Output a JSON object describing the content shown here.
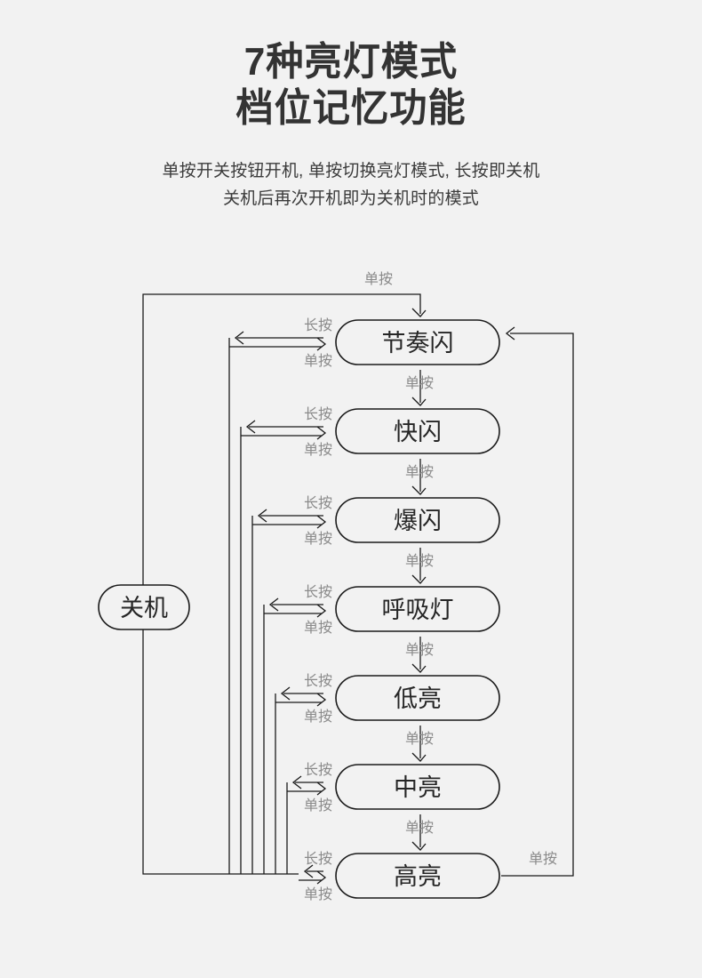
{
  "header": {
    "title_lines": [
      "7种亮灯模式",
      "档位记忆功能"
    ],
    "subtitle_lines": [
      "单按开关按钮开机, 单按切换亮灯模式, 长按即关机",
      "关机后再次开机即为关机时的模式"
    ],
    "title_color": "#333333",
    "subtitle_color": "#3b3b3b"
  },
  "diagram": {
    "type": "state-flow",
    "background_color": "#f2f2f2",
    "node_stroke_color": "#1a1a1a",
    "node_fill_color": "#f2f2f2",
    "edge_color": "#1a1a1a",
    "edge_label_color": "#8a8a8a",
    "off_node": {
      "label": "关机"
    },
    "mode_nodes": [
      {
        "label": "节奏闪"
      },
      {
        "label": "快闪"
      },
      {
        "label": "爆闪"
      },
      {
        "label": "呼吸灯"
      },
      {
        "label": "低亮"
      },
      {
        "label": "中亮"
      },
      {
        "label": "高亮"
      }
    ],
    "edge_labels": {
      "power_on": "单按",
      "long_press": "长按",
      "short_press": "单按",
      "next_mode": "单按",
      "wrap_around": "单按"
    },
    "transitions": [
      {
        "from": "关机",
        "to": "节奏闪",
        "label": "单按"
      },
      {
        "from": "节奏闪",
        "to": "快闪",
        "label": "单按"
      },
      {
        "from": "快闪",
        "to": "爆闪",
        "label": "单按"
      },
      {
        "from": "爆闪",
        "to": "呼吸灯",
        "label": "单按"
      },
      {
        "from": "呼吸灯",
        "to": "低亮",
        "label": "单按"
      },
      {
        "from": "低亮",
        "to": "中亮",
        "label": "单按"
      },
      {
        "from": "中亮",
        "to": "高亮",
        "label": "单按"
      },
      {
        "from": "高亮",
        "to": "节奏闪",
        "label": "单按"
      },
      {
        "from": "节奏闪",
        "to": "关机",
        "label": "长按"
      },
      {
        "from": "快闪",
        "to": "关机",
        "label": "长按"
      },
      {
        "from": "爆闪",
        "to": "关机",
        "label": "长按"
      },
      {
        "from": "呼吸灯",
        "to": "关机",
        "label": "长按"
      },
      {
        "from": "低亮",
        "to": "关机",
        "label": "长按"
      },
      {
        "from": "中亮",
        "to": "关机",
        "label": "长按"
      },
      {
        "from": "高亮",
        "to": "关机",
        "label": "长按"
      },
      {
        "from": "关机",
        "to": "节奏闪",
        "label": "单按"
      },
      {
        "from": "关机",
        "to": "快闪",
        "label": "单按"
      },
      {
        "from": "关机",
        "to": "爆闪",
        "label": "单按"
      },
      {
        "from": "关机",
        "to": "呼吸灯",
        "label": "单按"
      },
      {
        "from": "关机",
        "to": "低亮",
        "label": "单按"
      },
      {
        "from": "关机",
        "to": "中亮",
        "label": "单按"
      },
      {
        "from": "关机",
        "to": "高亮",
        "label": "单按"
      }
    ]
  }
}
